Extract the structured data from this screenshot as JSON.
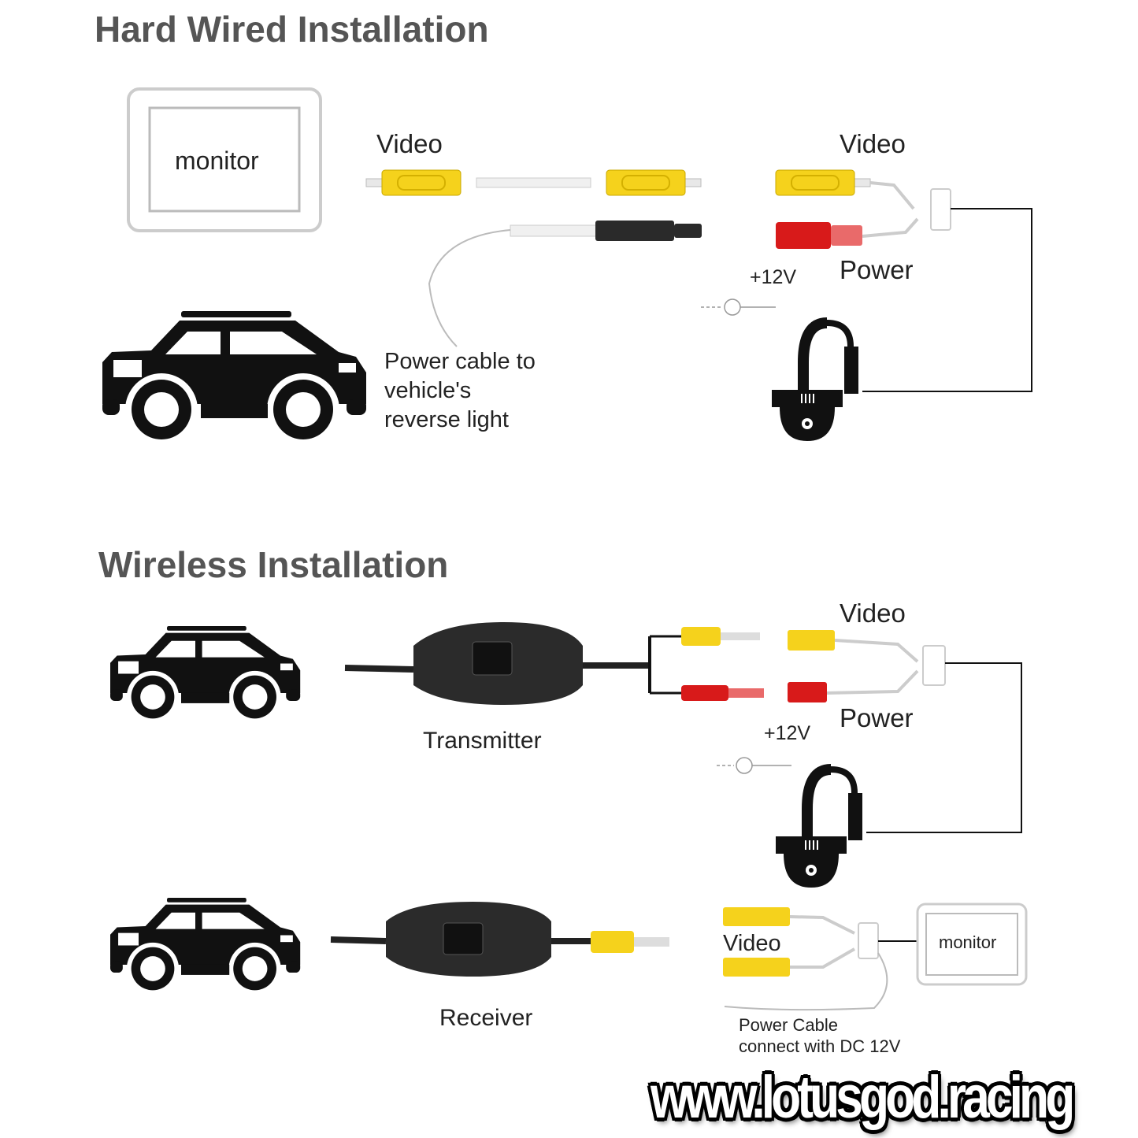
{
  "hardwired": {
    "title": "Hard Wired Installation",
    "monitor_label": "monitor",
    "video_label_left": "Video",
    "video_label_right": "Video",
    "voltage_label": "+12V",
    "power_label": "Power",
    "power_cable_note": "Power cable to\nvehicle's\nreverse light"
  },
  "wireless": {
    "title": "Wireless Installation",
    "video_label": "Video",
    "power_label": "Power",
    "voltage_label": "+12V",
    "transmitter_label": "Transmitter",
    "receiver_label": "Receiver",
    "receiver_video_label": "Video",
    "monitor_label": "monitor",
    "power_cable_note": "Power Cable\nconnect with DC 12V"
  },
  "watermark": "www.lotusgod.racing",
  "colors": {
    "yellow": "#f5d21c",
    "red": "#d81a1a",
    "black": "#1a1a1a",
    "title_gray": "#555555"
  }
}
